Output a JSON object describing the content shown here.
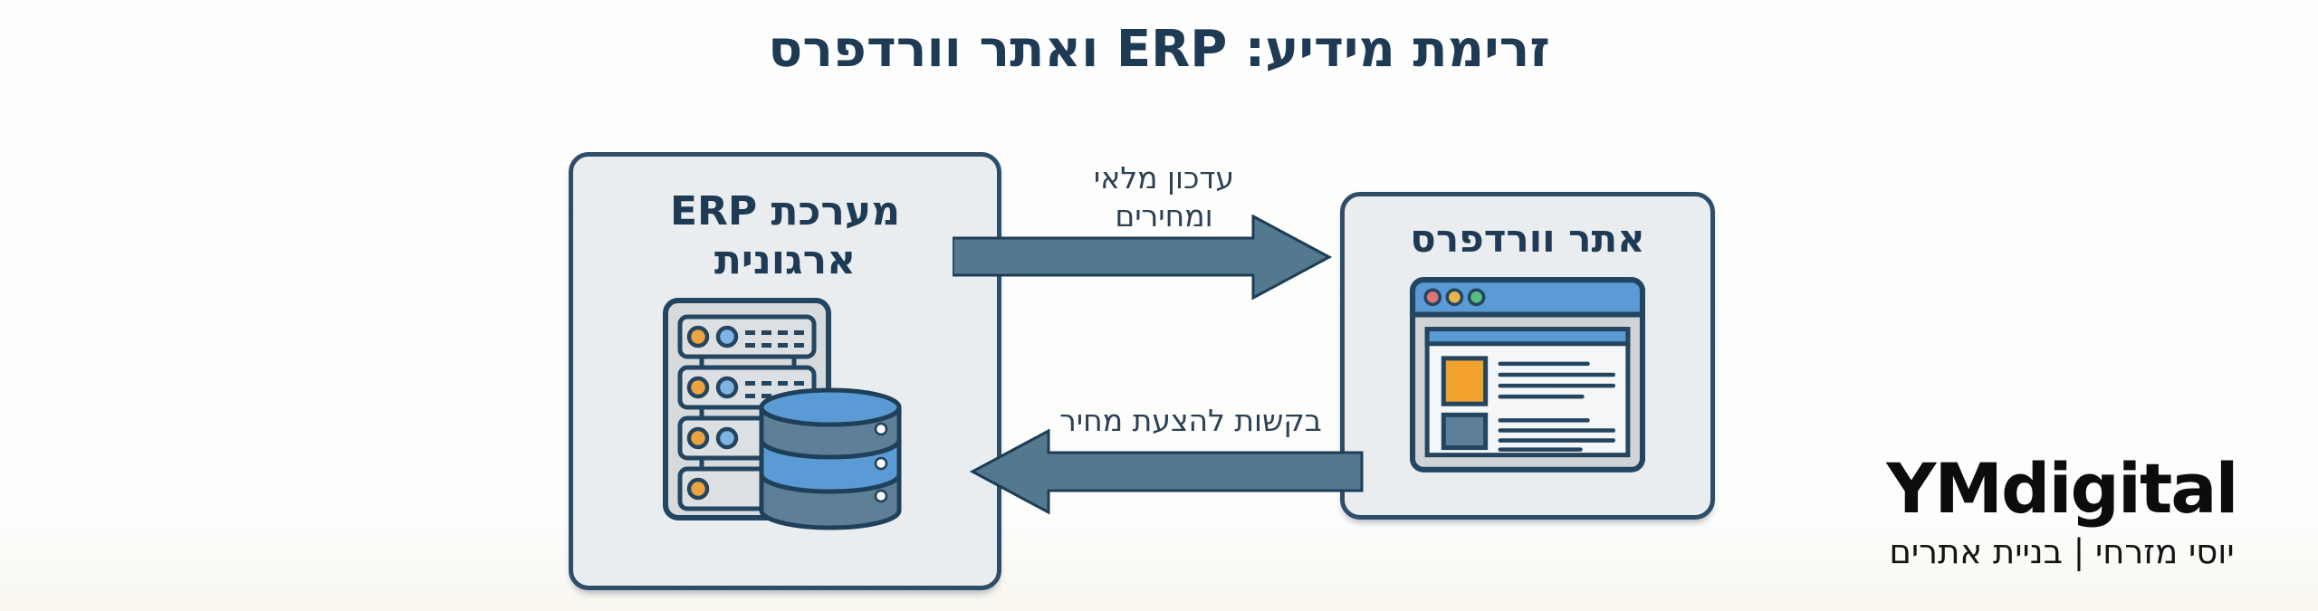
{
  "title": "זרימת מידיע: ERP ואתר וורדפרס",
  "nodes": {
    "erp": {
      "label": "מערכת ERP ארגונית",
      "icon": "server-database-icon"
    },
    "wordpress": {
      "label": "אתר וורדפרס",
      "icon": "browser-window-icon"
    }
  },
  "flows": {
    "inventory_update": {
      "label": "עדכון מלאי ומחירים",
      "direction": "erp-to-wordpress"
    },
    "quote_requests": {
      "label": "בקשות להצעת מחיר",
      "direction": "wordpress-to-erp"
    }
  },
  "branding": {
    "logo": "YMdigital",
    "tagline": "יוסי מזרחי | בניית אתרים"
  },
  "colors": {
    "title_text": "#1e3a54",
    "box_fill": "#e9edf0",
    "box_border": "#2e4d68",
    "arrow_fill": "#54798f",
    "arrow_outline": "#1d3d57",
    "label_text": "#2b4054",
    "icon_outline": "#24455f",
    "accent_orange": "#f0a12e",
    "accent_blue": "#5b9bd5",
    "slate": "#5d8096",
    "led_orange": "#eda33f",
    "led_blue": "#7fb3e3",
    "dot_red": "#d97575",
    "dot_yellow": "#e8b54a",
    "dot_green": "#55bd84",
    "logo_text": "#0c0c0c"
  }
}
